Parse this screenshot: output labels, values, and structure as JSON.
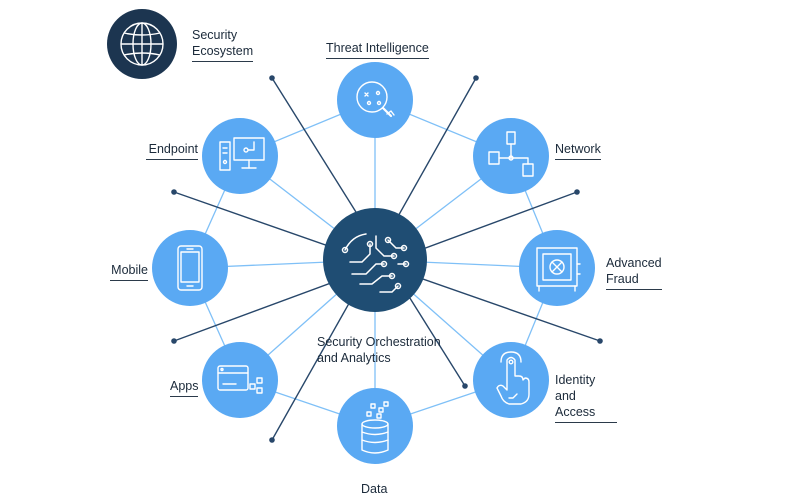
{
  "legend": {
    "icon": "globe-icon",
    "label": "Security\nEcosystem",
    "color": "#1c3550"
  },
  "center": {
    "icon": "circuit-brain-icon",
    "label": "Security Orchestration\nand Analytics",
    "color": "#1f4d73"
  },
  "colors": {
    "node": "#5aa9f3",
    "line_light": "#7fc0f7",
    "line_dark": "#28476a",
    "icon_stroke": "#ffffff",
    "text": "#1b2a3a"
  },
  "nodes": [
    {
      "id": "threat-intelligence",
      "label": "Threat Intelligence",
      "icon": "magnifier-icon"
    },
    {
      "id": "network",
      "label": "Network",
      "icon": "network-tree-icon"
    },
    {
      "id": "advanced-fraud",
      "label": "Advanced\nFraud",
      "icon": "safe-icon"
    },
    {
      "id": "identity-and-access",
      "label": "Identity\nand Access",
      "icon": "finger-touch-icon"
    },
    {
      "id": "data",
      "label": "Data",
      "icon": "database-icon"
    },
    {
      "id": "apps",
      "label": "Apps",
      "icon": "app-window-icon"
    },
    {
      "id": "mobile",
      "label": "Mobile",
      "icon": "smartphone-icon"
    },
    {
      "id": "endpoint",
      "label": "Endpoint",
      "icon": "desktop-computer-icon"
    }
  ]
}
